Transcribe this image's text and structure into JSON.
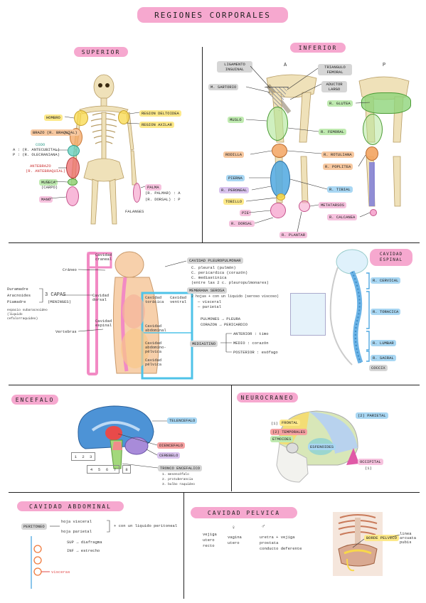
{
  "title": "REGIONES CORPORALES",
  "superior": {
    "title": "SUPERIOR",
    "labels": {
      "hombro": "HOMBRO",
      "brazo": "BRAZO (R. BRAQUIAL)",
      "codo": "CODO",
      "codo_a": "A : (R. ANTECUBITAL)",
      "codo_p": "P : (R. OLECRANIANA)",
      "antebrazo": "ANTEBRAZO",
      "antebrazo_r": "(R. ANTEBRAQUIAL)",
      "muneca": "MUÑECA",
      "muneca_r": "(CARPO)",
      "mano": "MANO",
      "deltoidea": "REGION DELTOIDEA",
      "axilar": "REGION AXILAR",
      "palma": "PALMA",
      "palmar": "(R. PALMAR) : A",
      "dorsal": "(R. DORSAL) : P",
      "falanges": "FALANGES"
    }
  },
  "inferior": {
    "title": "INFERIOR",
    "view_a": "A",
    "view_p": "P",
    "labels": {
      "ligamento": "LIGAMENTO INGUINAL",
      "sartorio": "M. SARTORIO",
      "muslo": "MUSLO",
      "rodilla": "RODILLA",
      "pierna": "PIERNA",
      "peroneal": "R. PERONEAL",
      "tobillo": "TOBILLO",
      "pie": "PIE",
      "r_dorsal": "R. DORSAL",
      "plantar": "R. PLANTAR",
      "triangulo": "TRIANGULO FEMORAL",
      "aductor": "ADUCTOR LARGO",
      "gluteo": "R. GLUTEA",
      "femoral": "R. FEMORAL",
      "rotuliana": "R. ROTULIANA",
      "poplitea": "R. POPLITEA",
      "tibial": "R. TIBIAL",
      "metatarsos": "METATARSOS",
      "calcanea": "R. CALCANEA"
    }
  },
  "cavidades": {
    "labels": {
      "craneal": "Cavidad craneal",
      "dorsal": "Cavidad dorsal",
      "espinal": "Cavidad espinal",
      "toracica": "Cavidad torácica",
      "ventral": "Cavidad ventral",
      "abdominal": "Cavidad abdominal",
      "abdomino": "Cavidad abdomino-pélvica",
      "pelvica": "Cavidad pélvica",
      "craneo": "Cráneo",
      "vertebras": "Vertebras",
      "duramadre": "Duramadre",
      "aracnoides": "Aracnoides",
      "piamadre": "Piamadre",
      "capas": "3 CAPAS",
      "capas_sub": "(MENINGES)",
      "espacio": "espacio subaracnoideo (liquido cefalorraquideo)"
    },
    "pleuro": {
      "title": "CAVIDAD PLEUROPULMONAR",
      "items": [
        "C. pleural (pulmón)",
        "C. pericardica (corazón)",
        "C. mediastinica",
        "(entre las 2 c. pleuropulmonares)"
      ]
    },
    "membrana": {
      "title": "MEMBRANA SEROSA",
      "line1": "2 hojas + con un liquido (seroso viscoso)",
      "line2": "— visceral",
      "line3": "— parietal"
    },
    "pulmones": "PULMONES → PLEURA",
    "corazon": "CORAZON → PERICARDIO",
    "mediastino": {
      "title": "MEDIASTINO",
      "anterior": "ANTERIOR : timo",
      "medio": "MEDIO : corazón",
      "posterior": "POSTERIOR : esófago"
    }
  },
  "espinal": {
    "title": "CAVIDAD ESPINAL",
    "cervical": "R. CERVICAL",
    "toracica": "R. TORACICA",
    "lumbar": "R. LUMBAR",
    "sacral": "R. SACRAL",
    "coccix": "COCCIX"
  },
  "encefalo": {
    "title": "ENCEFALO",
    "telencefalo": "TELENCEFALO",
    "diencefalo": "DIENCEFALO",
    "cerebelo": "CEREBELO",
    "tronco": "TRONCO ENCEFALICO",
    "tronco_items": [
      "1. mesencéfalo",
      "2. protuberancia",
      "3. bulbo raquídeo"
    ],
    "numbers": [
      "1",
      "2",
      "3",
      "4",
      "5",
      "6",
      "7",
      "8"
    ]
  },
  "neurocraneo": {
    "title": "NEUROCRANEO",
    "frontal": "FRONTAL",
    "frontal_n": "(1)",
    "parietal": "(2) PARIETAL",
    "temporales": "(2) TEMPORALES",
    "etmoides": "ETMOIDES",
    "esfenoides": "ESFENOIDES",
    "occipital": "OCCIPITAL",
    "occipital_n": "(1)"
  },
  "abdominal": {
    "title": "CAVIDAD ABDOMINAL",
    "peritoneo": "PERITONEO",
    "visceral": "hoja visceral",
    "parietal": "hoja parietal",
    "liquido": "+ con un liquido peritoneal",
    "sup": "SUP → diafragma",
    "inf": "INF → estrecho",
    "visceras": "visceras"
  },
  "pelvica": {
    "title": "CAVIDAD PELVICA",
    "fem": [
      "vejiga",
      "utero",
      "recto"
    ],
    "fem2": [
      "vagina",
      "utero"
    ],
    "male": [
      "uretra + vejiga",
      "prostata",
      "conducto deferente"
    ],
    "borde": "BORDE PELVICO",
    "linea": "linea arcuata pubis"
  },
  "colors": {
    "pink": "#f6a8cf",
    "blue": "#4fa8e0",
    "green": "#8fd47a",
    "yellow": "#f8d84a",
    "orange": "#f3a461",
    "red": "#ec6a6a",
    "purple": "#b58ae0"
  }
}
